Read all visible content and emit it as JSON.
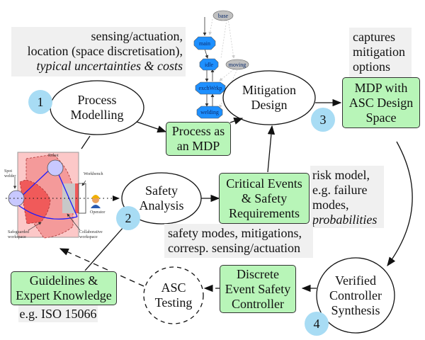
{
  "diagram": {
    "nodes": {
      "process_modelling": "Process Modelling",
      "mitigation_design": "Mitigation Design",
      "safety_analysis": "Safety Analysis",
      "verified_controller_synthesis": "Verified Controller Synthesis",
      "asc_testing": "ASC Testing",
      "process_as_mdp": "Process as an MDP",
      "mdp_with_asc": "MDP with ASC Design Space",
      "critical_events": "Critical Events & Safety Requirements",
      "guidelines": "Guidelines & Expert Knowledge",
      "discrete_event_controller": "Discrete Event Safety Controller"
    },
    "node_lines": {
      "process_modelling": [
        "Process",
        "Modelling"
      ],
      "mitigation_design": [
        "Mitigation",
        "Design"
      ],
      "safety_analysis": [
        "Safety",
        "Analysis"
      ],
      "verified_controller_synthesis": [
        "Verified",
        "Controller",
        "Synthesis"
      ],
      "asc_testing": [
        "ASC",
        "Testing"
      ],
      "process_as_mdp": [
        "Process as",
        "an MDP"
      ],
      "mdp_with_asc": [
        "MDP with",
        "ASC Design",
        "Space"
      ],
      "critical_events": [
        "Critical Events",
        "& Safety",
        "Requirements"
      ],
      "guidelines": [
        "Guidelines &",
        "Expert Knowledge"
      ],
      "discrete_event_controller": [
        "Discrete",
        "Event Safety",
        "Controller"
      ]
    },
    "badges": [
      "1",
      "2",
      "3",
      "4"
    ],
    "notes": {
      "modelling": {
        "line1": "sensing/actuation,",
        "line2": "location (space discretisation),",
        "line3_italic": "typical uncertainties & costs"
      },
      "captures": {
        "line1": "captures",
        "line2": "mitigation",
        "line3": "options"
      },
      "risk": {
        "line1": "risk model,",
        "line2": "e.g. failure",
        "line3": "modes,",
        "line4_italic": "probabilities"
      },
      "safety_modes": {
        "line1": "safety modes, mitigations,",
        "line2": "corresp. sensing/actuation"
      },
      "iso": "e.g. ISO 15066"
    },
    "mdp_graph": {
      "states": [
        "base",
        "main",
        "idle",
        "moving",
        "exchWrkp",
        "welding"
      ]
    },
    "workcell": {
      "labels": {
        "robot": "Robot",
        "spot_welder": "Spot welder",
        "workbench": "Workbench",
        "operator": "Operator",
        "safeguarded": "Safeguarded workspace",
        "collaborative": "Collaborative workspace"
      }
    },
    "colors": {
      "box_fill": "#b8f5b8",
      "badge_fill": "#a8dcf4",
      "note_fill": "#f0f0f0",
      "mdp_state_fill": "#1e90ff",
      "mdp_aux_fill": "#c0c0c0"
    }
  }
}
